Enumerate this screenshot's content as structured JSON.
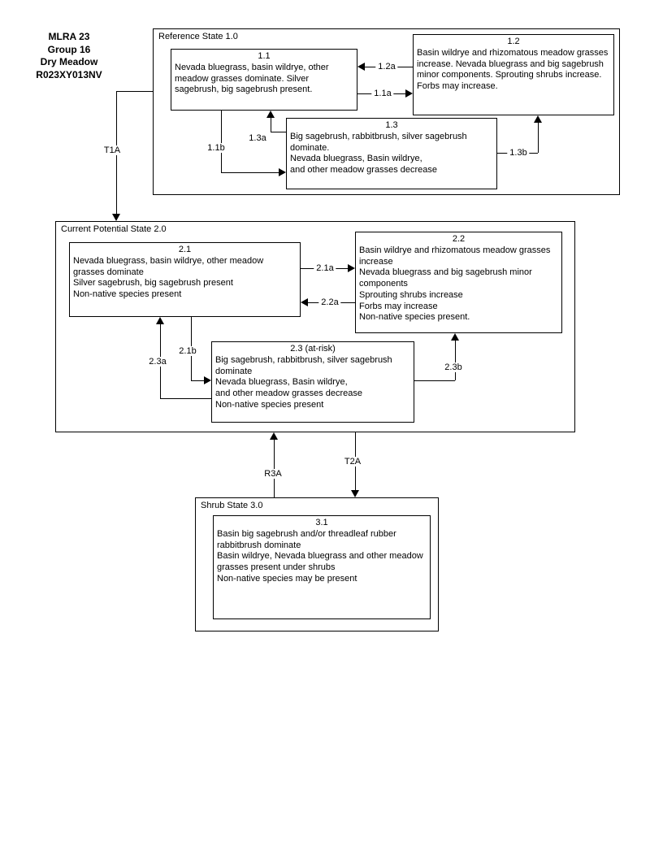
{
  "header": {
    "lines": [
      "MLRA 23",
      "Group 16",
      "Dry Meadow",
      "R023XY013NV"
    ]
  },
  "reference_state": {
    "title": "Reference State 1.0",
    "box_1_1": {
      "id": "1.1",
      "text": "Nevada bluegrass, basin wildrye, other meadow grasses dominate. Silver sagebrush, big sagebrush present."
    },
    "box_1_2": {
      "id": "1.2",
      "text": "Basin wildrye and rhizomatous meadow grasses increase. Nevada bluegrass and big sagebrush minor components.  Sprouting shrubs  increase. Forbs may increase."
    },
    "box_1_3": {
      "id": "1.3",
      "lines": [
        "Big sagebrush, rabbitbrush, silver sagebrush dominate.",
        "Nevada bluegrass, Basin wildrye,",
        "and other meadow grasses decrease"
      ]
    }
  },
  "current_potential_state": {
    "title": "Current Potential State 2.0",
    "box_2_1": {
      "id": "2.1",
      "lines": [
        "Nevada bluegrass, basin wildrye, other meadow grasses dominate",
        "Silver sagebrush, big sagebrush present",
        "Non-native species present"
      ]
    },
    "box_2_2": {
      "id": "2.2",
      "lines": [
        "Basin wildrye and rhizomatous meadow grasses increase",
        "Nevada bluegrass and big sagebrush minor components",
        "Sprouting shrubs increase",
        "Forbs may increase",
        "Non-native species present."
      ]
    },
    "box_2_3": {
      "id": "2.3 (at-risk)",
      "lines": [
        "Big sagebrush, rabbitbrush, silver sagebrush dominate",
        "Nevada bluegrass, Basin wildrye,",
        "and other meadow grasses decrease",
        "Non-native species present"
      ]
    }
  },
  "shrub_state": {
    "title": "Shrub State 3.0",
    "box_3_1": {
      "id": "3.1",
      "lines": [
        "Basin big sagebrush and/or threadleaf rubber rabbitbrush dominate",
        "Basin wildrye, Nevada bluegrass and other meadow grasses present under shrubs",
        "Non-native species may be present"
      ]
    }
  },
  "arrows": {
    "t1a": "T1A",
    "t2a": "T2A",
    "r3a": "R3A",
    "a_1_1a": "1.1a",
    "a_1_1b": "1.1b",
    "a_1_2a": "1.2a",
    "a_1_3a": "1.3a",
    "a_1_3b": "1.3b",
    "a_2_1a": "2.1a",
    "a_2_1b": "2.1b",
    "a_2_2a": "2.2a",
    "a_2_3a": "2.3a",
    "a_2_3b": "2.3b"
  }
}
